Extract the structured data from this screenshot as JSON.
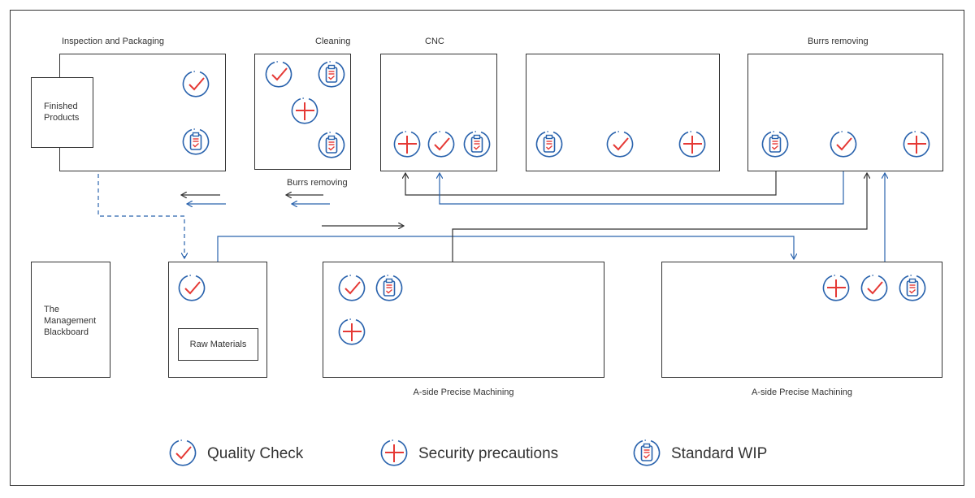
{
  "colors": {
    "blue": "#2a63ad",
    "red": "#e53935",
    "dark": "#333333"
  },
  "icons": {
    "quality": "quality-check-icon",
    "security": "security-precautions-icon",
    "wip": "standard-wip-icon"
  },
  "labels": {
    "inspection": "Inspection and Packaging",
    "cleaning": "Cleaning",
    "cnc": "CNC",
    "burrs_top": "Burrs removing",
    "burrs_mid": "Burrs removing",
    "aside_left": "A-side Precise Machining",
    "aside_right": "A-side Precise Machining"
  },
  "boxes": {
    "finished_products": "Finished Products",
    "management_blackboard": "The Management Blackboard",
    "raw_materials": "Raw Materials"
  },
  "legend": {
    "quality": "Quality Check",
    "security": "Security precautions",
    "wip": "Standard WIP"
  }
}
